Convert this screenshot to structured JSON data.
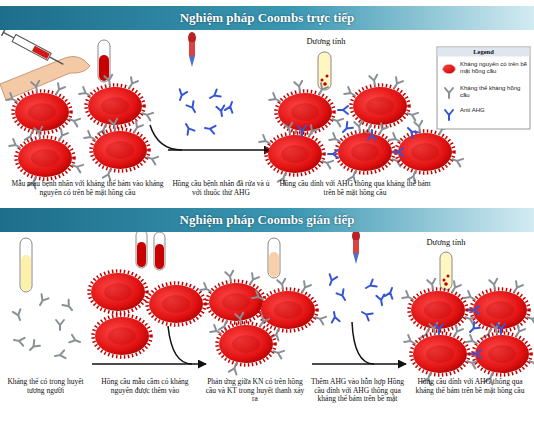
{
  "diagram": {
    "nodes": [
      {
        "text": [
          "Nghiệm pháp Coombs trực tiếp"
        ]
      },
      {
        "text": [
          "Nghiệm pháp Coombs gián tiếp"
        ]
      }
    ],
    "labels": [
      "Dương tính",
      "Mẫu máu bệnh nhân với kháng thể bám vào kháng nguyên có trên bề mặt hồng cầu",
      "Hồng cầu bệnh nhân đã rửa và ủ với thuốc thử AHG",
      "Hồng cầu dính với AHG thông qua kháng thể bám trên bề mặt hồng cầu",
      "Legend",
      "Dương tính",
      "Kháng thể có trong huyết tương người",
      "Hồng cầu mẫu cầm có kháng nguyên được thêm vào",
      "Phản ứng giữa KN có trên hồng cầu và KT trong huyết thanh xảy ra",
      "Thêm AHG vào hỗn hợp Hồng cầu dính với AHG thông qua kháng thể bám trên bề mặt",
      "Hồng cầu dính với AHG thông qua kháng thể bám trên bề mặt hồng cầu"
    ],
    "legend": [
      {
        "text": "Kháng nguyên có trên bề mặt hồng cầu"
      },
      {
        "text": "Kháng thể kháng hồng cầu"
      },
      {
        "text": "Anti AHG"
      }
    ]
  }
}
